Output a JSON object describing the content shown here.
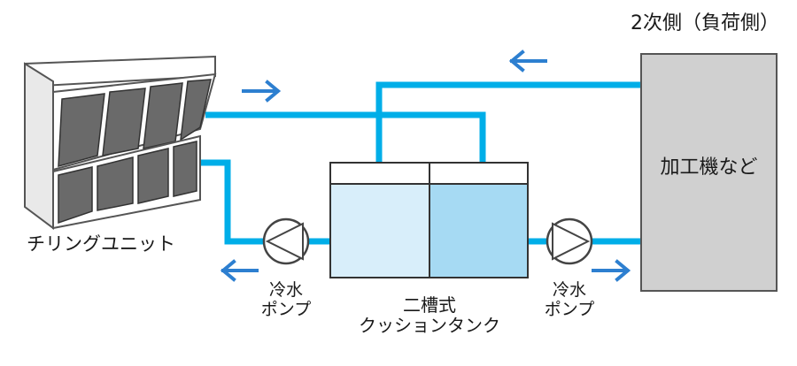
{
  "diagram": {
    "secondary_side_label": "2次側（負荷側）",
    "load_label": "加工機など",
    "chiller_label": "チリングユニット",
    "pump_left_label_line1": "冷水",
    "pump_left_label_line2": "ポンプ",
    "pump_right_label_line1": "冷水",
    "pump_right_label_line2": "ポンプ",
    "tank_label_line1": "二槽式",
    "tank_label_line2": "クッションタンク",
    "colors": {
      "pipe": "#00aee8",
      "arrow": "#2d7fd0",
      "tank_left": "#d8eefa",
      "tank_right": "#a6daf3",
      "load_box": "#d0d0d0",
      "chiller_panel": "#6a6a6a"
    }
  }
}
